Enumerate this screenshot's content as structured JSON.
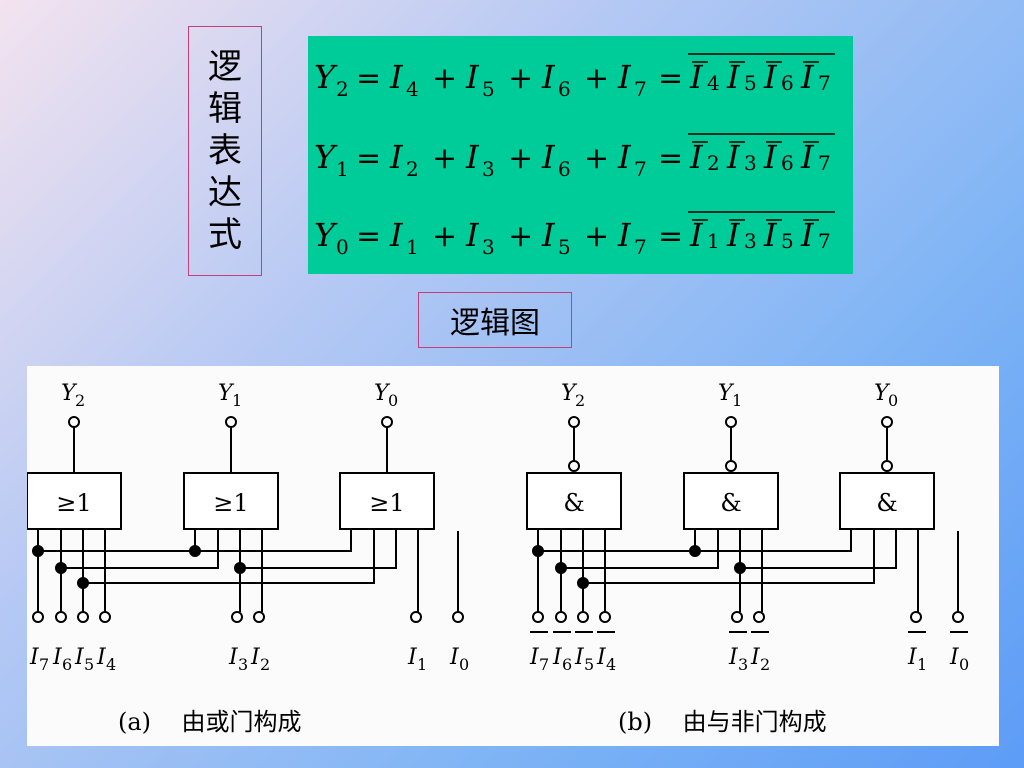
{
  "title_box": {
    "chars": [
      "逻",
      "辑",
      "表",
      "达",
      "式"
    ]
  },
  "formulas": [
    {
      "lhs_var": "Y",
      "lhs_sub": "2",
      "terms": [
        "4",
        "5",
        "6",
        "7"
      ]
    },
    {
      "lhs_var": "Y",
      "lhs_sub": "1",
      "terms": [
        "2",
        "3",
        "6",
        "7"
      ]
    },
    {
      "lhs_var": "Y",
      "lhs_sub": "0",
      "terms": [
        "1",
        "3",
        "5",
        "7"
      ]
    }
  ],
  "formula_symbols": {
    "var": "I",
    "eq": "=",
    "plus": "+"
  },
  "diagram_label": "逻辑图",
  "diagram_a": {
    "outputs": [
      {
        "var": "Y",
        "sub": "2"
      },
      {
        "var": "Y",
        "sub": "1"
      },
      {
        "var": "Y",
        "sub": "0"
      }
    ],
    "gate_label": "≥1",
    "inputs_group1": "I7I6I5I4",
    "inputs_group2": "I3I2",
    "input_i1": "I1",
    "input_i0": "I0",
    "caption": "(a)    由或门构成"
  },
  "diagram_b": {
    "outputs": [
      {
        "var": "Y",
        "sub": "2"
      },
      {
        "var": "Y",
        "sub": "1"
      },
      {
        "var": "Y",
        "sub": "0"
      }
    ],
    "gate_label": "&",
    "caption": "(b)    由与非门构成"
  },
  "colors": {
    "formula_bg": "#00cc99",
    "box_border": "#c0407a",
    "panel_bg": "#fbfbfb"
  }
}
